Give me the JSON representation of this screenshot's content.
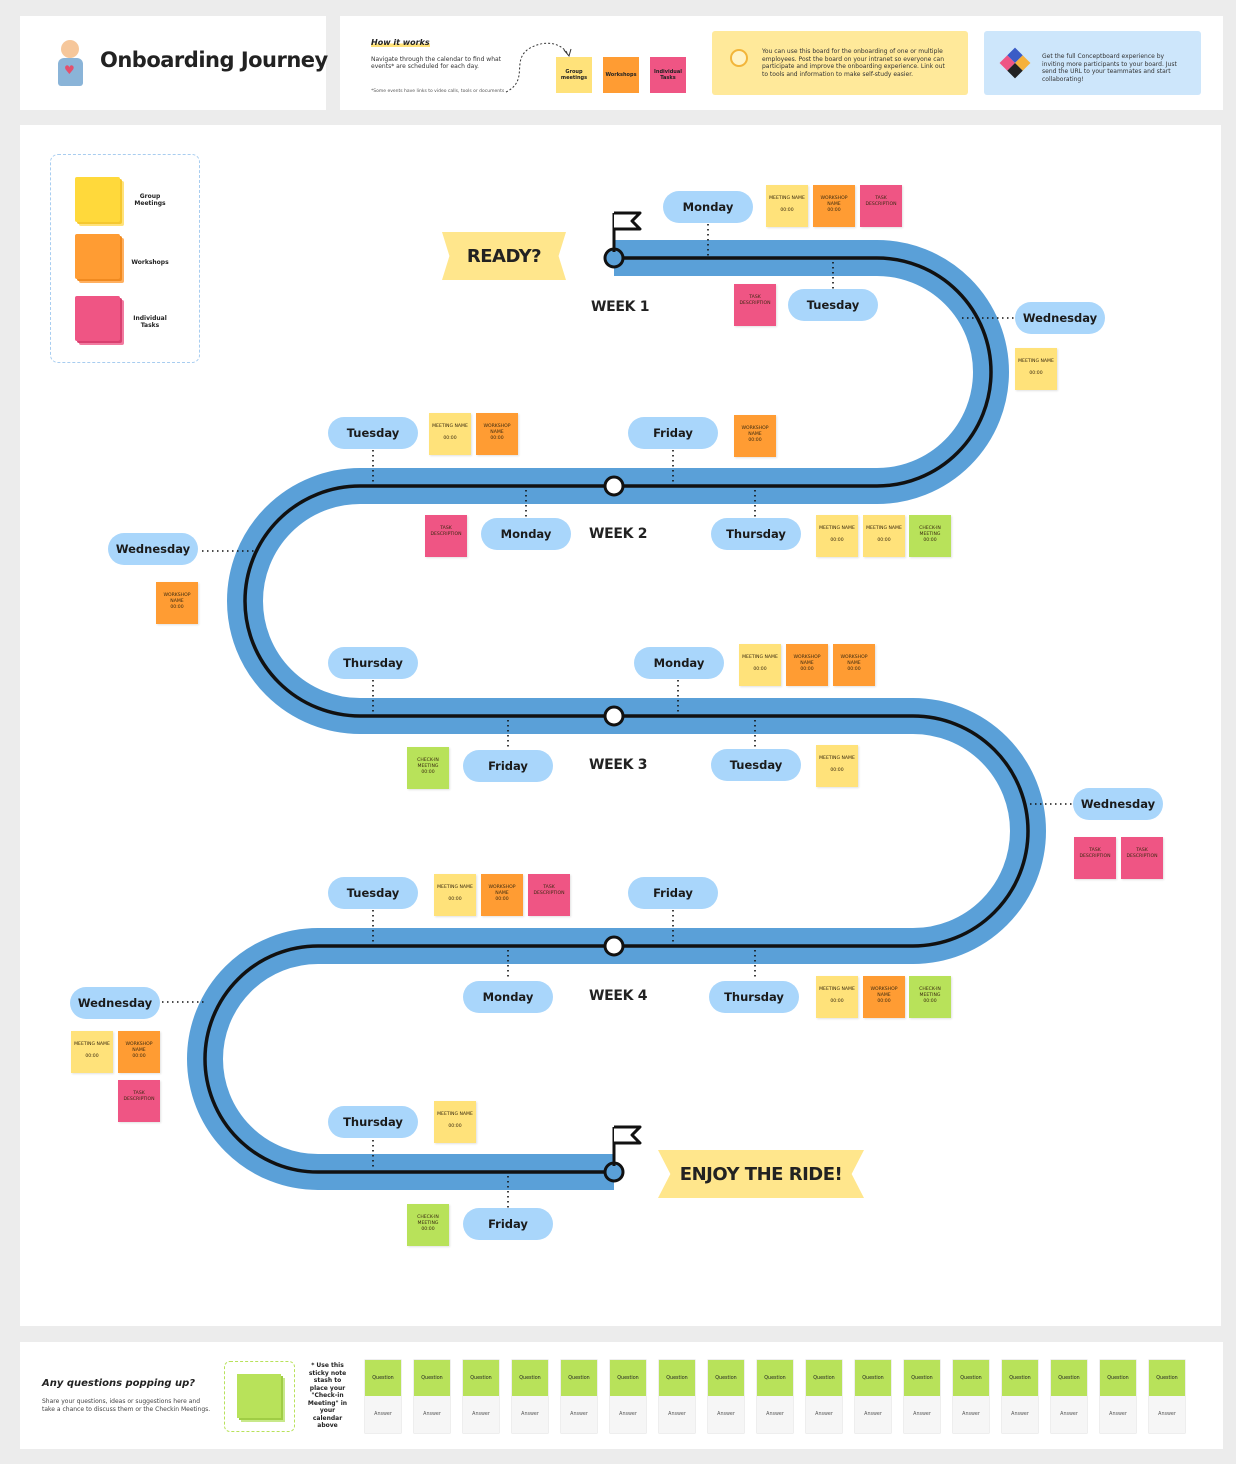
{
  "header": {
    "title": "Onboarding Journey",
    "how_title": "How it works",
    "how_desc": "Navigate through the calendar to find what events* are scheduled for each day.",
    "how_footnote": "*Some events have links to video calls, tools or documents",
    "mini_group": "Group meetings",
    "mini_workshops": "Workshops",
    "mini_tasks": "Individual Tasks",
    "info1": "You can use this board for the onboarding of one or multiple employees. Post the board on your intranet so everyone can participate and improve the onboarding experience. Link out to tools and information to make self-study easier.",
    "info2": "Get the full Conceptboard experience by inviting more participants to your board. Just send the URL to your teammates and start collaborating!"
  },
  "legend": {
    "group": "Group Meetings",
    "workshops": "Workshops",
    "tasks": "Individual Tasks"
  },
  "banners": {
    "ready": "READY?",
    "enjoy": "ENJOY THE RIDE!"
  },
  "weeks": {
    "w1": "WEEK 1",
    "w2": "WEEK 2",
    "w3": "WEEK 3",
    "w4": "WEEK 4"
  },
  "days": {
    "w1_mon": "Monday",
    "w1_tue": "Tuesday",
    "w1_wed": "Wednesday",
    "w2_tue": "Tuesday",
    "w2_fri": "Friday",
    "w2_mon": "Monday",
    "w2_thu": "Thursday",
    "w2_wed": "Wednesday",
    "w3_thu": "Thursday",
    "w3_mon": "Monday",
    "w3_fri": "Friday",
    "w3_tue": "Tuesday",
    "w3_wed": "Wednesday",
    "w4_tue": "Tuesday",
    "w4_fri": "Friday",
    "w4_mon": "Monday",
    "w4_thu": "Thursday",
    "w4_wed": "Wednesday",
    "w5_thu": "Thursday",
    "w5_fri": "Friday"
  },
  "notes": {
    "meeting": "MEETING NAME",
    "workshop": "WORKSHOP NAME",
    "task": "TASK DESCRIPTION",
    "checkin": "CHECK-IN MEETING",
    "time": "00:00"
  },
  "questions": {
    "title": "Any questions popping up?",
    "desc": "Share your questions, ideas or suggestions here and take a chance to discuss them or the Checkin Meetings.",
    "hint": "* Use this sticky note stash to place your \"Check-in Meeting\" in your calendar above",
    "question_label": "Question",
    "answer_label": "Answer",
    "count": 17
  },
  "colors": {
    "meeting": "#ffe27a",
    "workshop": "#ff9c33",
    "task": "#ef5584",
    "checkin": "#b8e25a",
    "road": "#5aa0d8",
    "pill": "#a9d6fb"
  }
}
